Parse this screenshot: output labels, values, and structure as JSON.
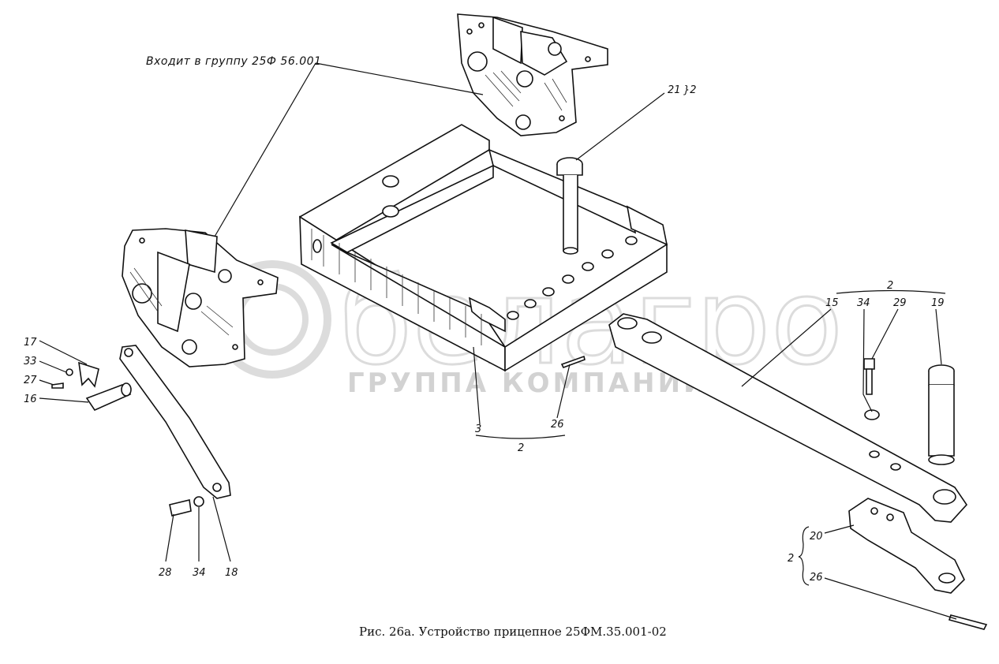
{
  "watermark": {
    "brand": "белагро",
    "subtitle": "ГРУППА КОМПАНИЙ"
  },
  "note": "Входит в группу 25Ф 56.001",
  "caption": "Рис. 26а. Устройство прицепное 25ФМ.35.001-02",
  "callouts": {
    "p21": "21",
    "p21_qty": "}2",
    "p17": "17",
    "p33": "33",
    "p27": "27",
    "p16": "16",
    "p28": "28",
    "p34_left": "34",
    "p18": "18",
    "p3": "3",
    "p26_center": "26",
    "qty_center": "2",
    "qty_right_group": "2",
    "p15": "15",
    "p34_right": "34",
    "p29": "29",
    "p19": "19",
    "qty_bracket": "2",
    "p20": "20",
    "p26_right": "26"
  }
}
